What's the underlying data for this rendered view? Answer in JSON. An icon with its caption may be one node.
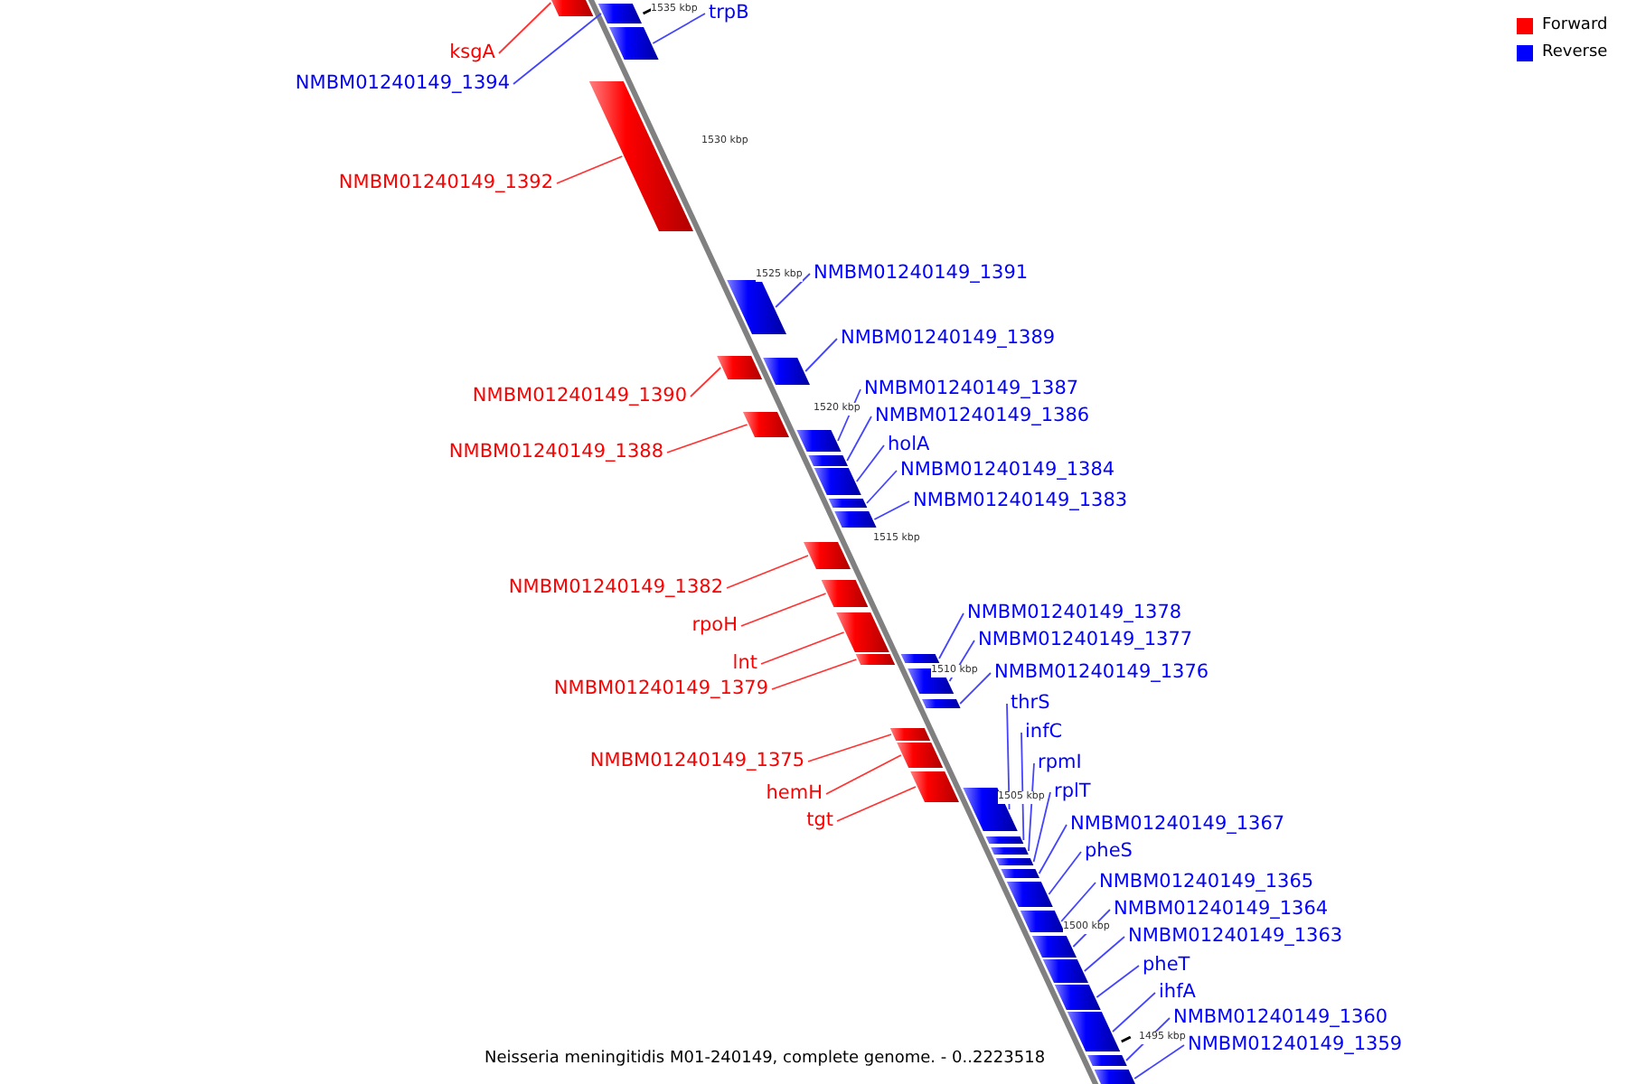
{
  "diagram": {
    "caption": "Neisseria meningitidis M01-240149, complete genome. - 0..2223518",
    "nodes": [
      {
        "text": [
          "ksgA"
        ]
      },
      {
        "text": [],
        "shape": "bar"
      },
      {
        "text": [
          "trpB"
        ]
      },
      {
        "text": [],
        "shape": "bar"
      },
      {
        "text": [
          "NMBM01240149_1394"
        ]
      },
      {
        "text": [],
        "shape": "bar"
      },
      {
        "text": [
          "NMBM01240149_1392"
        ]
      },
      {
        "text": [],
        "shape": "bar"
      },
      {
        "text": [
          "NMBM01240149_1391"
        ]
      },
      {
        "text": [],
        "shape": "bar"
      },
      {
        "text": [
          "NMBM01240149_1389"
        ]
      },
      {
        "text": [],
        "shape": "bar"
      },
      {
        "text": [
          "NMBM01240149_1390"
        ]
      },
      {
        "text": [],
        "shape": "bar"
      },
      {
        "text": [
          "NMBM01240149_1387"
        ]
      },
      {
        "text": [],
        "shape": "bar"
      },
      {
        "text": [
          "NMBM01240149_1386"
        ]
      },
      {
        "text": [],
        "shape": "bar"
      },
      {
        "text": [
          "holA"
        ]
      },
      {
        "text": [],
        "shape": "bar"
      },
      {
        "text": [
          "NMBM01240149_1388"
        ]
      },
      {
        "text": [],
        "shape": "bar"
      },
      {
        "text": [
          "NMBM01240149_1384"
        ]
      },
      {
        "text": [],
        "shape": "bar"
      },
      {
        "text": [
          "NMBM01240149_1383"
        ]
      },
      {
        "text": [],
        "shape": "bar"
      },
      {
        "text": [
          "NMBM01240149_1382"
        ]
      },
      {
        "text": [],
        "shape": "bar"
      },
      {
        "text": [
          "NMBM01240149_1378"
        ]
      },
      {
        "text": [],
        "shape": "bar"
      },
      {
        "text": [
          "rpoH"
        ]
      },
      {
        "text": [],
        "shape": "bar"
      },
      {
        "text": [
          "NMBM01240149_1377"
        ]
      },
      {
        "text": [],
        "shape": "bar"
      },
      {
        "text": [
          "lnt"
        ]
      },
      {
        "text": [],
        "shape": "bar"
      },
      {
        "text": [
          "NMBM01240149_1376"
        ]
      },
      {
        "text": [],
        "shape": "bar"
      },
      {
        "text": [
          "NMBM01240149_1379"
        ]
      },
      {
        "text": [],
        "shape": "bar"
      },
      {
        "text": [
          "thrS"
        ]
      },
      {
        "text": [],
        "shape": "bar"
      },
      {
        "text": [
          "infC"
        ]
      },
      {
        "text": [],
        "shape": "bar"
      },
      {
        "text": [
          "rpmI"
        ]
      },
      {
        "text": [],
        "shape": "bar"
      },
      {
        "text": [
          "NMBM01240149_1375"
        ]
      },
      {
        "text": [],
        "shape": "bar"
      },
      {
        "text": [
          "rplT"
        ]
      },
      {
        "text": [],
        "shape": "bar"
      },
      {
        "text": [
          "hemH"
        ]
      },
      {
        "text": [],
        "shape": "bar"
      },
      {
        "text": [
          "tgt"
        ]
      },
      {
        "text": [],
        "shape": "bar"
      },
      {
        "text": [
          "NMBM01240149_1367"
        ]
      },
      {
        "text": [],
        "shape": "bar"
      },
      {
        "text": [
          "pheS"
        ]
      },
      {
        "text": [],
        "shape": "bar"
      },
      {
        "text": [
          "NMBM01240149_1365"
        ]
      },
      {
        "text": [],
        "shape": "bar"
      },
      {
        "text": [
          "NMBM01240149_1364"
        ]
      },
      {
        "text": [],
        "shape": "bar"
      },
      {
        "text": [
          "NMBM01240149_1363"
        ]
      },
      {
        "text": [],
        "shape": "bar"
      },
      {
        "text": [
          "pheT"
        ]
      },
      {
        "text": [],
        "shape": "bar"
      },
      {
        "text": [
          "ihfA"
        ]
      },
      {
        "text": [],
        "shape": "bar"
      },
      {
        "text": [
          "NMBM01240149_1360"
        ]
      },
      {
        "text": [],
        "shape": "bar"
      },
      {
        "text": [
          "NMBM01240149_1359"
        ]
      },
      {
        "text": [],
        "shape": "bar"
      }
    ],
    "edges": [
      {
        "from": 0,
        "to": 1,
        "arrow": "none",
        "color": "#ff3333"
      },
      {
        "from": 2,
        "to": 3,
        "arrow": "none"
      },
      {
        "from": 4,
        "to": 5,
        "arrow": "none"
      },
      {
        "from": 6,
        "to": 7,
        "arrow": "none",
        "color": "#ff3333"
      },
      {
        "from": 8,
        "to": 9,
        "arrow": "none"
      },
      {
        "from": 10,
        "to": 11,
        "arrow": "none"
      },
      {
        "from": 12,
        "to": 13,
        "arrow": "none",
        "color": "#ff3333"
      },
      {
        "from": 14,
        "to": 15,
        "arrow": "none"
      },
      {
        "from": 16,
        "to": 17,
        "arrow": "none"
      },
      {
        "from": 18,
        "to": 19,
        "arrow": "none"
      },
      {
        "from": 20,
        "to": 21,
        "arrow": "none",
        "color": "#ff3333"
      },
      {
        "from": 22,
        "to": 23,
        "arrow": "none"
      },
      {
        "from": 24,
        "to": 25,
        "arrow": "none"
      },
      {
        "from": 26,
        "to": 27,
        "arrow": "none",
        "color": "#ff3333"
      },
      {
        "from": 28,
        "to": 29,
        "arrow": "none"
      },
      {
        "from": 30,
        "to": 31,
        "arrow": "none",
        "color": "#ff3333"
      },
      {
        "from": 32,
        "to": 33,
        "arrow": "none"
      },
      {
        "from": 34,
        "to": 35,
        "arrow": "none",
        "color": "#ff3333"
      },
      {
        "from": 36,
        "to": 37,
        "arrow": "none"
      },
      {
        "from": 38,
        "to": 39,
        "arrow": "none",
        "color": "#ff3333"
      },
      {
        "from": 40,
        "to": 41,
        "arrow": "none"
      },
      {
        "from": 42,
        "to": 43,
        "arrow": "none"
      },
      {
        "from": 44,
        "to": 45,
        "arrow": "none"
      },
      {
        "from": 46,
        "to": 47,
        "arrow": "none",
        "color": "#ff3333"
      },
      {
        "from": 48,
        "to": 49,
        "arrow": "none"
      },
      {
        "from": 50,
        "to": 51,
        "arrow": "none",
        "color": "#ff3333"
      },
      {
        "from": 52,
        "to": 53,
        "arrow": "none",
        "color": "#ff3333"
      },
      {
        "from": 54,
        "to": 55,
        "arrow": "none"
      },
      {
        "from": 56,
        "to": 57,
        "arrow": "none"
      },
      {
        "from": 58,
        "to": 59,
        "arrow": "none"
      },
      {
        "from": 60,
        "to": 61,
        "arrow": "none"
      },
      {
        "from": 62,
        "to": 63,
        "arrow": "none"
      },
      {
        "from": 64,
        "to": 65,
        "arrow": "none"
      },
      {
        "from": 66,
        "to": 67,
        "arrow": "none"
      },
      {
        "from": 68,
        "to": 69,
        "arrow": "none"
      },
      {
        "from": 70,
        "to": 71,
        "arrow": "none"
      }
    ],
    "labels": [
      "1535 kbp",
      "1530 kbp",
      "1525 kbp",
      "1520 kbp",
      "1515 kbp",
      "1510 kbp",
      "1505 kbp",
      "1500 kbp",
      "1495 kbp"
    ],
    "legend": [
      {
        "text": "Forward",
        "color": "#ff0000"
      },
      {
        "text": "Reverse",
        "color": "#0000ff"
      }
    ]
  }
}
